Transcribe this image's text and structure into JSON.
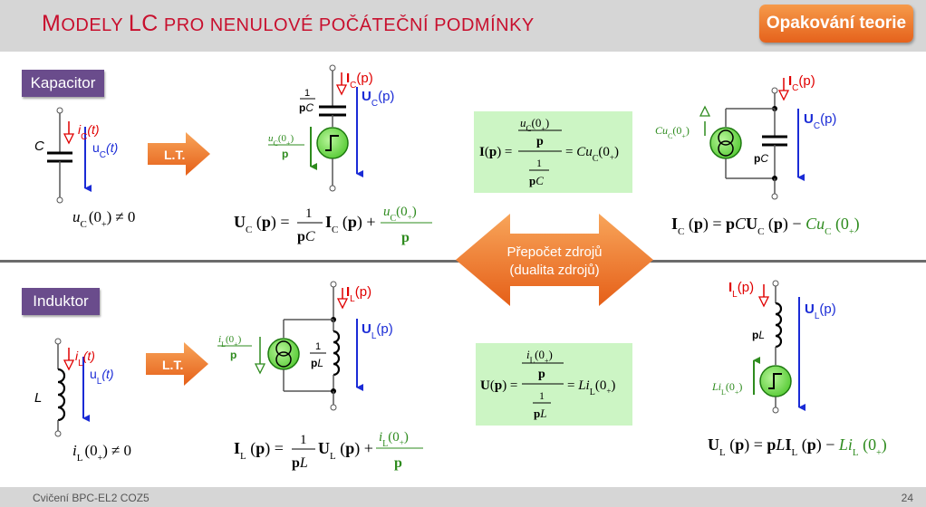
{
  "header": {
    "title_first_letter": "M",
    "title_rest_a": "ODELY ",
    "title_lc": "LC",
    "title_rest_b": " PRO NENULOVÉ POČÁTEČNÍ PODMÍNKY",
    "button_label": "Opakování teorie"
  },
  "sections": {
    "capacitor_tag": "Kapacitor",
    "inductor_tag": "Induktor"
  },
  "arrows": {
    "lt_label_top": "L.T.",
    "lt_label_bottom": "L.T.",
    "center_line1": "Přepočet zdrojů",
    "center_line2": "(dualita zdrojů)"
  },
  "footer": {
    "left": "Cvičení BPC-EL2 COZ5",
    "page": "24"
  },
  "colors": {
    "title_red": "#c8102e",
    "orange": "#ef6f1f",
    "tag_purple": "#6a4c8c",
    "current_red": "#e00000",
    "voltage_blue": "#1a2bd6",
    "source_green": "#2e8b1e",
    "box_green": "#ccf5c4"
  },
  "labels": {
    "C": "C",
    "L": "L",
    "iC": "i",
    "iC_sub": "C",
    "t": "(t)",
    "uC": "u",
    "IC": "I",
    "UC": "U",
    "p": "(p)",
    "pC": "pC",
    "pL": "pL",
    "one": "1",
    "IL": "I",
    "UL": "U",
    "iL": "i",
    "uL": "u",
    "L_sub": "L",
    "C_sub": "C",
    "source_p": "p",
    "Cu": "Cu",
    "Li": "Li",
    "init": "(0",
    "plus": "+",
    "close": ")",
    "neq": "≠ 0"
  }
}
